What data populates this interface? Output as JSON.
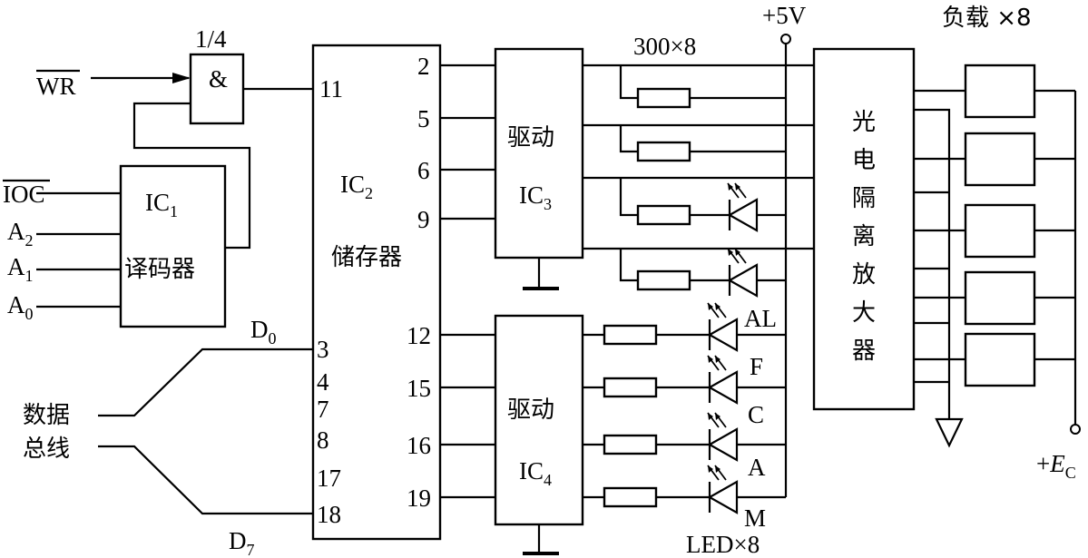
{
  "inputs": {
    "wr": "WR",
    "ioc": "IOC",
    "a2": "A",
    "a2_sub": "2",
    "a1": "A",
    "a1_sub": "1",
    "a0": "A",
    "a0_sub": "0"
  },
  "gate": {
    "fraction": "1/4",
    "symbol": "&"
  },
  "decoder": {
    "name": "IC",
    "sub": "1",
    "label": "译码器"
  },
  "memory": {
    "name": "IC",
    "sub": "2",
    "label": "储存器"
  },
  "bus": {
    "line1": "数据",
    "line2": "总线",
    "d0": "D",
    "d0_sub": "0",
    "d7": "D",
    "d7_sub": "7"
  },
  "pins_left": {
    "p11": "11",
    "p3": "3",
    "p4": "4",
    "p7": "7",
    "p8": "8",
    "p17": "17",
    "p18": "18"
  },
  "pins_right": {
    "p2": "2",
    "p5": "5",
    "p6": "6",
    "p9": "9",
    "p12": "12",
    "p15": "15",
    "p16": "16",
    "p19": "19"
  },
  "driver3": {
    "label": "驱动",
    "name": "IC",
    "sub": "3"
  },
  "driver4": {
    "label": "驱动",
    "name": "IC",
    "sub": "4"
  },
  "resistors": {
    "label": "300×8"
  },
  "supply": {
    "label": "+5V"
  },
  "leds": {
    "al": "AL",
    "f": "F",
    "c": "C",
    "a": "A",
    "m": "M",
    "count": "LED×8"
  },
  "isolator": {
    "chars": [
      "光",
      "电",
      "隔",
      "离",
      "放",
      "大",
      "器"
    ]
  },
  "load": {
    "label": "负载 ×8"
  },
  "ec": {
    "prefix": "+",
    "e": "E",
    "sub": "C"
  }
}
